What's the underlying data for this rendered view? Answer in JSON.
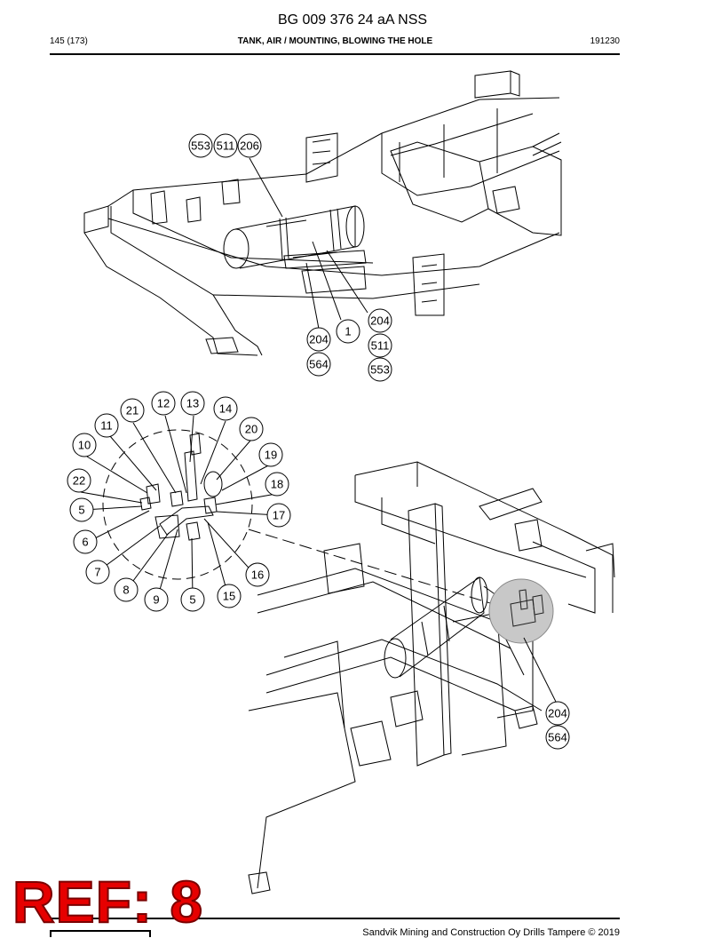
{
  "header": {
    "doc_id": "BG 009 376 24 aA NSS",
    "page": "145 (173)",
    "section_title": "TANK, AIR / MOUNTING, BLOWING THE HOLE",
    "date_code": "191230"
  },
  "stamp": {
    "text": "REF: 8",
    "color": "#e60000"
  },
  "footer": {
    "copyright": "Sandvik Mining and Construction Oy Drills Tampere © 2019"
  },
  "callouts_top": [
    "553",
    "511",
    "206",
    "1",
    "204",
    "204",
    "511",
    "564",
    "553"
  ],
  "callouts_detail": [
    "21",
    "12",
    "13",
    "14",
    "11",
    "20",
    "10",
    "19",
    "22",
    "18",
    "5",
    "17",
    "6",
    "7",
    "16",
    "8",
    "9",
    "5",
    "15"
  ],
  "callouts_bottom": [
    "204",
    "564"
  ]
}
